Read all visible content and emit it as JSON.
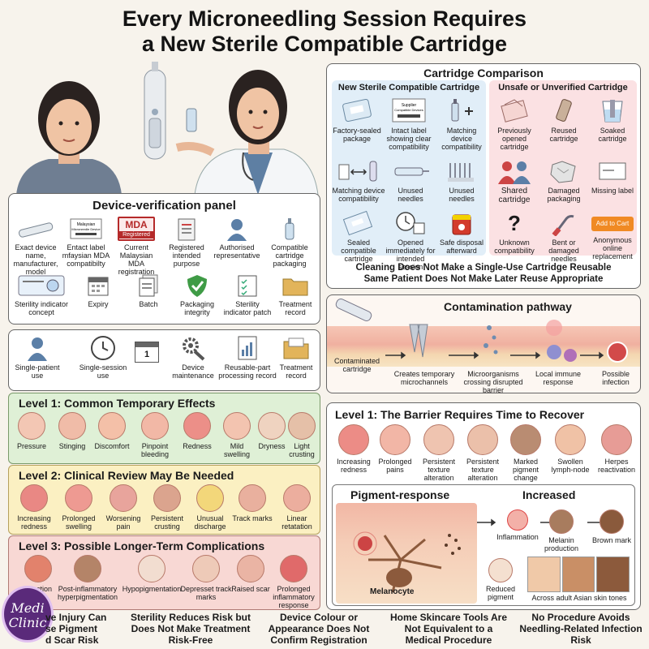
{
  "title": {
    "line1": "Every Microneedling Session Requires",
    "line2": "a New Sterile Compatible Cartridge"
  },
  "device_panel": {
    "title": "Device-verification panel",
    "row1": [
      "Exact device name, manufacturer, model",
      "Entact label mfaysian MDA compatibilty",
      "Current Malaysian MDA registration",
      "Registered intended purpose",
      "Authorised representative",
      "Compatible cartridge packaging"
    ],
    "mda_badge": {
      "top": "MDA",
      "bottom": "Registered"
    },
    "label_card": {
      "l1": "Malaysian",
      "l2": "Microneedle Device"
    },
    "row2": [
      "Sterility indicator concept",
      "Expiry",
      "Batch",
      "Packaging integrity",
      "Sterility indicator patch",
      "Treatment record"
    ]
  },
  "single_use_panel": {
    "items": [
      "Single-patient use",
      "Single-session use",
      "",
      "Device maintenance",
      "Reusable-part processing record",
      "Treatment record"
    ],
    "calendar_num": "1"
  },
  "comparison": {
    "title": "Cartridge Comparison",
    "good_title": "New Sterile Compatible Cartridge",
    "bad_title": "Unsafe or Unverified Cartridge",
    "good_items": [
      "Factory-sealed package",
      "Intact label showing clear compatibility",
      "Matching device compatibility",
      "Matching device compatibility",
      "Unused needles",
      "Unused needles",
      "Sealed compatible cartridge",
      "Opened immediately for intended session",
      "Safe disposal afterward"
    ],
    "bad_items": [
      "Previously opened cartridge",
      "Reused cartridge",
      "Soaked cartridge",
      "Shared cartridge",
      "Damaged packaging",
      "Missing label",
      "Unknown compatibility",
      "Bent or damaged needles",
      "Anonymous online replacement"
    ],
    "label_card_text": {
      "l1": "Supplier",
      "l2": "Compatible Devices"
    },
    "add_to_cart": "Add to Cart",
    "question_mark": "?",
    "note_line1": "Cleaning Does Not Make a Single-Use Cartridge Reusable",
    "note_line2": "Same Patient Does Not Make Later Reuse Appropriate"
  },
  "contamination": {
    "title": "Contamination pathway",
    "steps": [
      "Contaminated cartridge",
      "Creates temporary microchannels",
      "Microorganisms crossing disrupted barrier",
      "Local immune response",
      "Possible infection"
    ]
  },
  "levels": {
    "level1": {
      "title": "Level 1: Common Temporary Effects",
      "items": [
        "Pressure",
        "Stinging",
        "Discomfort",
        "Pinpoint bleeding",
        "Redness",
        "Mild swelling",
        "Dryness",
        "Light crusting"
      ]
    },
    "level2": {
      "title": "Level 2: Clinical Review May Be Needed",
      "items": [
        "Increasing redness",
        "Prolonged swelling",
        "Worsening pain",
        "Persistent crusting",
        "Unusual discharge",
        "Track marks",
        "Linear retatation"
      ]
    },
    "level3": {
      "title": "Level 3: Possible Longer-Term Complications",
      "items": [
        "Infection",
        "Post-inflammatory hyperpigmentation",
        "Hypopigmentation",
        "Depresset track marks",
        "Raised scar",
        "Prolonged inflammatory response"
      ]
    }
  },
  "barrier": {
    "title": "Level 1: The Barrier Requires Time to Recover",
    "items": [
      "Increasing redness",
      "Prolonged pains",
      "Persistent texture alteration",
      "Persistent texture alteration",
      "Marked pigment change",
      "Swollen lymph-node",
      "Herpes reactivation"
    ]
  },
  "pigment": {
    "title": "Pigment-response",
    "title2": "Increased",
    "melanocyte": "Melanocyte",
    "inflammation": "Inflammation",
    "melanin": "Melanin production",
    "brown": "Brown mark",
    "reduced": "Reduced pigment",
    "tones": "Across adult Asian skin tones"
  },
  "logo": {
    "l1": "Medi",
    "l2": "Clinic"
  },
  "footer": [
    "Excessive Injury Can Increase Pigment and Scar Risk",
    "Sterility Reduces Risk but Does Not Make Treatment Risk-Free",
    "Device Colour or Appearance Does Not Confirm Registration",
    "Home Skincare Tools Are Not Equivalent to a Medical Procedure",
    "No Procedure Avoids Needling-Related Infection Risk"
  ],
  "footer_visible": [
    "ve Injury Can",
    "se Pigment",
    "d Scar Risk"
  ],
  "colors": {
    "level1": "#dff0d6",
    "level2": "#fbf0c2",
    "level3": "#f8d8d4",
    "good_bg": "#e1eef8",
    "bad_bg": "#fbe1e3"
  }
}
